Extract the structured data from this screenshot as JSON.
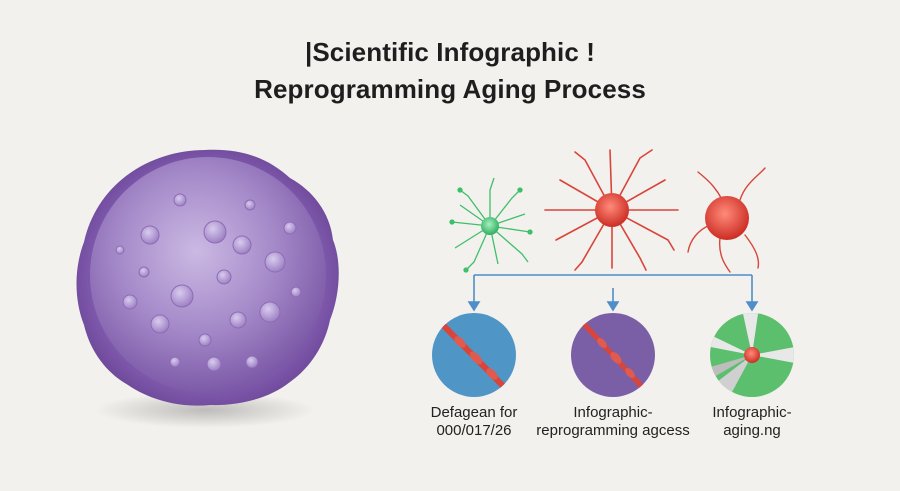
{
  "title": {
    "line1": "|Scientific Infographic !",
    "line2": "Reprogramming Aging Process"
  },
  "captions": [
    {
      "line1": "Defagean for",
      "line2": "000/017/26"
    },
    {
      "line1": "Infographic-",
      "line2": "reprogramming agcess"
    },
    {
      "line1": "Infographic-",
      "line2": "aging.ng"
    }
  ],
  "colors": {
    "background": "#f3f1ee",
    "cell_purple": "#8e6bb5",
    "connector_blue": "#4f8ec9",
    "neuron_green": "#3fbf6a",
    "neuron_red": "#d9453a",
    "circle_blue": "#4f96c6",
    "circle_purple": "#7a5fa6",
    "circle_green": "#5cbf6e"
  }
}
